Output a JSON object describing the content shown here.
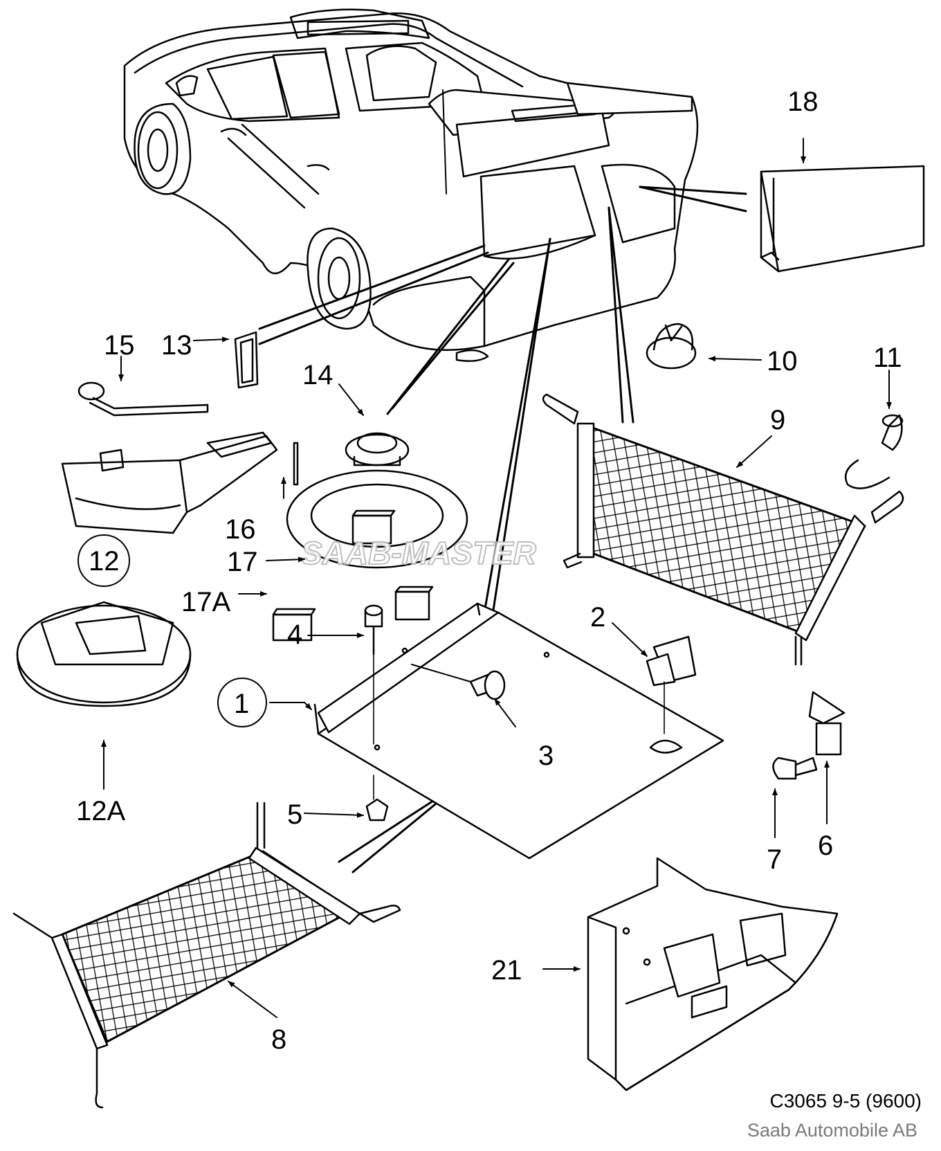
{
  "labels": {
    "l1": "1",
    "l2": "2",
    "l3": "3",
    "l4": "4",
    "l5": "5",
    "l6": "6",
    "l7": "7",
    "l8": "8",
    "l9": "9",
    "l10": "10",
    "l11": "11",
    "l12": "12",
    "l12a": "12A",
    "l13": "13",
    "l14": "14",
    "l15": "15",
    "l16": "16",
    "l17": "17",
    "l17a": "17A",
    "l18": "18",
    "l21": "21"
  },
  "watermark": "SAAB-MASTER",
  "caption": "C3065 9-5 (9600)",
  "copyright": "Saab Automobile AB",
  "colors": {
    "ink": "#000000",
    "fill": "#ffffff",
    "shade": "#d9d9d9",
    "grey": "#7a7a7a"
  }
}
